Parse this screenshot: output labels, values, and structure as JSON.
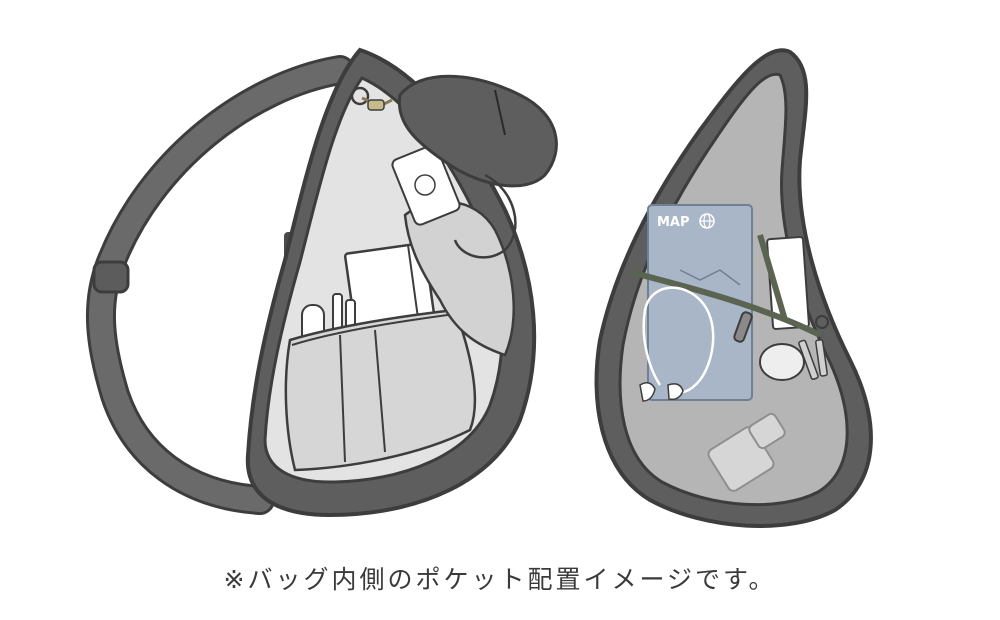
{
  "illustration": {
    "left_bag": "bag-interior-open-with-flap",
    "right_bag": "bag-inner-pocket-view",
    "map_label": "MAP",
    "colors": {
      "outline": "#3d3d3d",
      "body_dark": "#5e5e5e",
      "lining_light": "#e6e6e6",
      "lining_mid": "#c9c9c9",
      "lining_gray": "#b7b7b7",
      "map_blue": "#a8b6c8",
      "accent_green": "#5a6450"
    }
  },
  "caption": "※バッグ内側のポケット配置イメージです。"
}
